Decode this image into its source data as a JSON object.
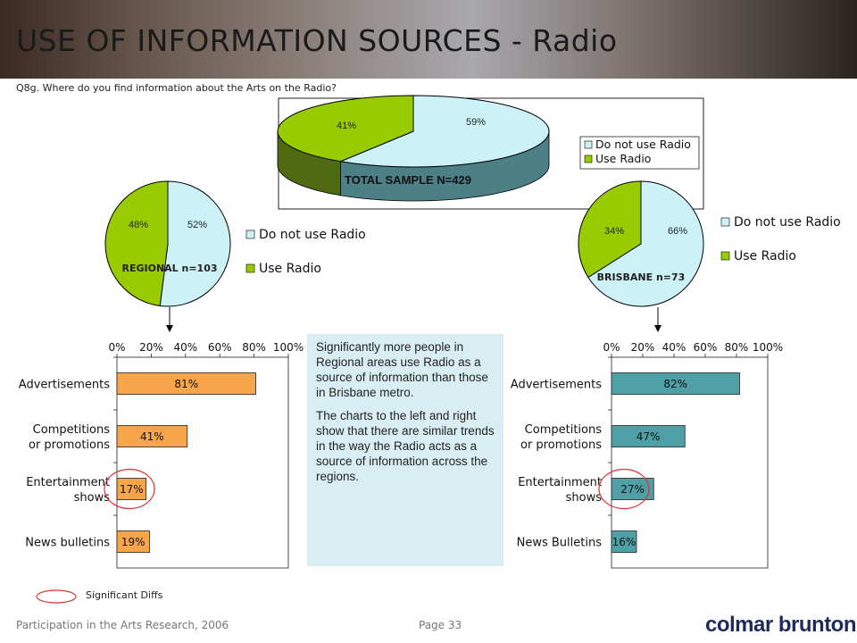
{
  "header": {
    "title": "USE OF INFORMATION SOURCES - Radio",
    "question": "Q8g. Where do you find information about the Arts on the Radio?"
  },
  "note": {
    "p1": "Significantly more people in Regional areas use Radio as a source of information than those in Brisbane metro.",
    "p2": "The charts to the left and right show that there are similar trends in the way the Radio acts as a source of information across the regions."
  },
  "legend": {
    "significant": "Significant  Diffs"
  },
  "footer": {
    "left": "Participation in the Arts Research, 2006",
    "page": "Page 33",
    "logo": "colmar brunton"
  },
  "colors": {
    "do_not_use": "#ccf2f7",
    "use": "#99cc00",
    "orange_bar": "#f7a54a",
    "teal_bar": "#4ea0a6",
    "circle": "#e03030"
  },
  "chart_data": [
    {
      "type": "pie",
      "id": "total",
      "title": "TOTAL SAMPLE N=429",
      "labels": [
        "Do not use Radio",
        "Use Radio"
      ],
      "values": [
        59,
        41
      ],
      "value_labels": [
        "59%",
        "41%"
      ],
      "legend_placement": "right"
    },
    {
      "type": "pie",
      "id": "regional",
      "title": "REGIONAL n=103",
      "labels": [
        "Do not use Radio",
        "Use Radio"
      ],
      "values": [
        52,
        48
      ],
      "value_labels": [
        "52%",
        "48%"
      ],
      "legend_placement": "right"
    },
    {
      "type": "pie",
      "id": "brisbane",
      "title": "BRISBANE n=73",
      "labels": [
        "Do not use Radio",
        "Use Radio"
      ],
      "values": [
        66,
        34
      ],
      "value_labels": [
        "66%",
        "34%"
      ],
      "legend_placement": "right"
    },
    {
      "type": "bar",
      "id": "regional-bars",
      "orientation": "horizontal",
      "categories": [
        [
          "Advertisements"
        ],
        [
          "Competitions",
          "or promotions"
        ],
        [
          "Entertainment",
          "shows"
        ],
        [
          "News bulletins"
        ]
      ],
      "values": [
        81,
        41,
        17,
        19
      ],
      "value_labels": [
        "81%",
        "41%",
        "17%",
        "19%"
      ],
      "xticks": [
        "0%",
        "20%",
        "40%",
        "60%",
        "80%",
        "100%"
      ],
      "xlim": [
        0,
        100
      ],
      "highlight_index": 2
    },
    {
      "type": "bar",
      "id": "brisbane-bars",
      "orientation": "horizontal",
      "categories": [
        [
          "Advertisements"
        ],
        [
          "Competitions",
          "or promotions"
        ],
        [
          "Entertainment",
          "shows"
        ],
        [
          "News Bulletins"
        ]
      ],
      "values": [
        82,
        47,
        27,
        16
      ],
      "value_labels": [
        "82%",
        "47%",
        "27%",
        "16%"
      ],
      "xticks": [
        "0%",
        "20%",
        "40%",
        "60%",
        "80%",
        "100%"
      ],
      "xlim": [
        0,
        100
      ],
      "highlight_index": 2
    }
  ]
}
